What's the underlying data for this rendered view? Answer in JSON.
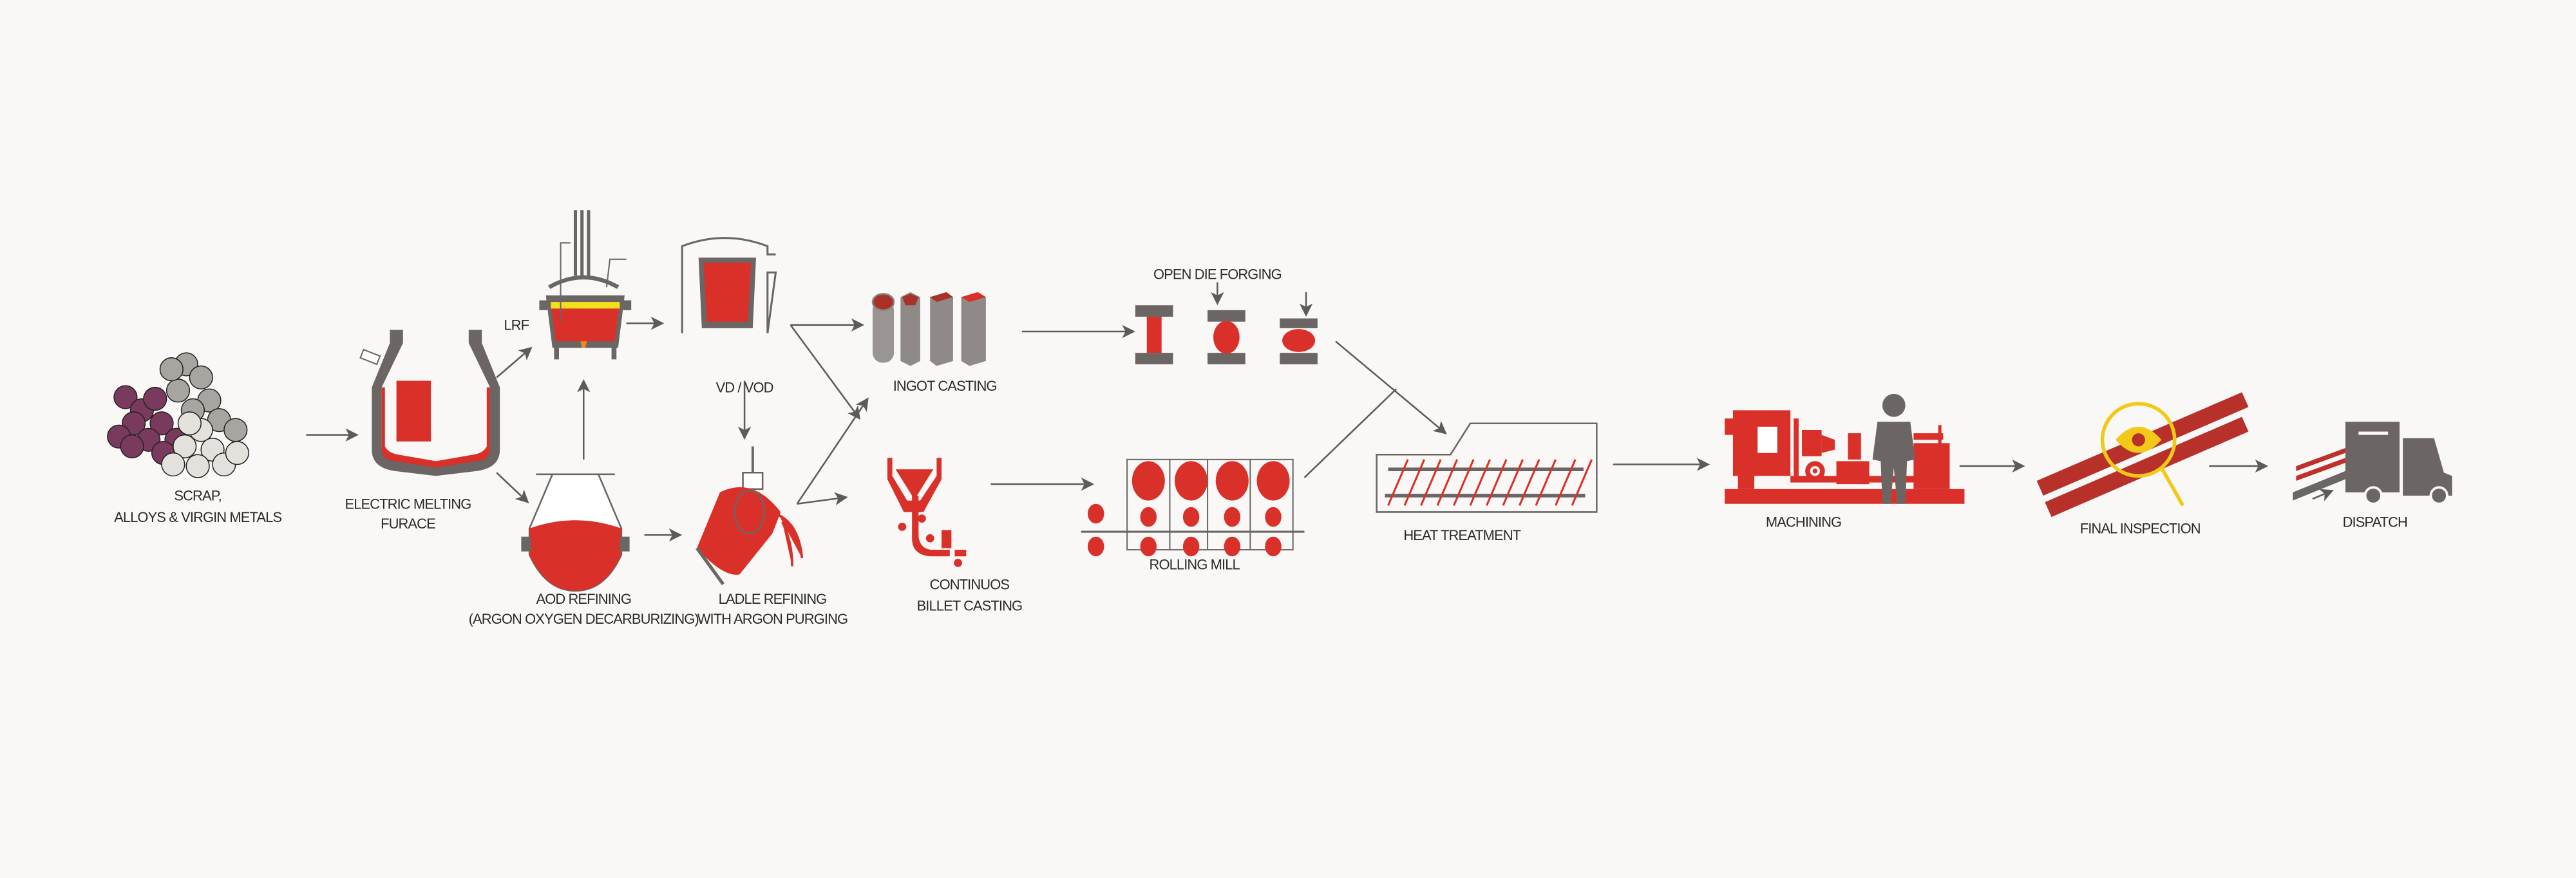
{
  "diagram": {
    "steps": {
      "scrap": {
        "line1": "SCRAP,",
        "line2": "ALLOYS & VIRGIN METALS"
      },
      "furnace": {
        "line1": "ELECTRIC MELTING",
        "line2": "FURACE"
      },
      "lrf": {
        "line1": "LRF"
      },
      "vd": {
        "line1": "VD / VOD"
      },
      "aod": {
        "line1": "AOD REFINING",
        "line2": "(ARGON OXYGEN DECARBURIZING)"
      },
      "ladle": {
        "line1": "LADLE REFINING",
        "line2": "WITH ARGON PURGING"
      },
      "ingot": {
        "line1": "INGOT CASTING"
      },
      "billet": {
        "line1": "CONTINUOS",
        "line2": "BILLET CASTING"
      },
      "forging": {
        "line1": "OPEN DIE FORGING"
      },
      "rolling": {
        "line1": "ROLLING MILL"
      },
      "heat": {
        "line1": "HEAT TREATMENT"
      },
      "machining": {
        "line1": "MACHINING"
      },
      "inspection": {
        "line1": "FINAL INSPECTION"
      },
      "dispatch": {
        "line1": "DISPATCH"
      }
    },
    "colors": {
      "accent": "#d9302a",
      "metal": "#6b6663",
      "inspect": "#f2c919",
      "background": "#f9f8f6"
    }
  }
}
